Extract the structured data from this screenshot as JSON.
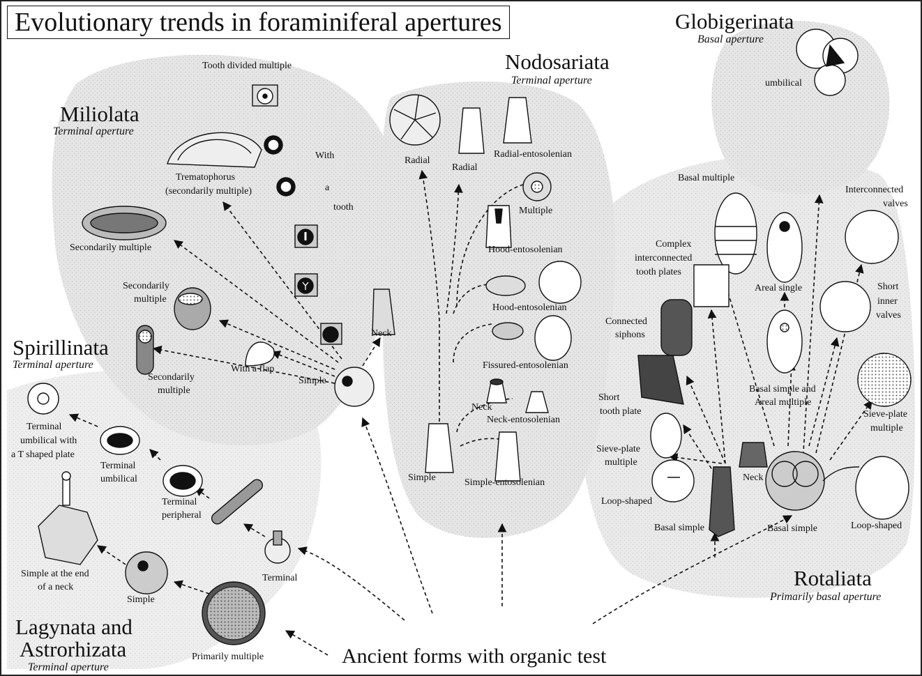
{
  "title": "Evolutionary trends in foraminiferal apertures",
  "base_label": "Ancient forms with organic test",
  "colors": {
    "shading": "#e2e2e2",
    "ink": "#111111"
  },
  "groups": {
    "miliolata": {
      "name": "Miliolata",
      "sub": "Terminal aperture",
      "labels": {
        "tooth_divided": "Tooth divided multiple",
        "trematophorus": "Trematophorus",
        "trematophorus2": "(secondarily multiple)",
        "sec_multiple_1": "Secondarily multiple",
        "sec_multiple_2a": "Secondarily",
        "sec_multiple_2b": "multiple",
        "sec_multiple_3a": "Secondarily",
        "sec_multiple_3b": "multiple",
        "with_flap": "With a flap",
        "simple": "Simple",
        "neck": "Neck",
        "with_a_tooth": [
          "With",
          "a",
          "tooth"
        ]
      }
    },
    "spirillinata": {
      "name": "Spirillinata",
      "sub": "Terminal aperture",
      "labels": {
        "t_shaped": [
          "Terminal",
          "umbilical with",
          "a T shaped plate"
        ],
        "terminal_umbilical": [
          "Terminal",
          "umbilical"
        ],
        "terminal_peripheral": [
          "Terminal",
          "peripheral"
        ],
        "terminal": "Terminal"
      }
    },
    "lagynata": {
      "name_line1": "Lagynata and",
      "name_line2": "Astrorhizata",
      "sub": "Terminal aperture",
      "labels": {
        "simple_neck": [
          "Simple at the end",
          "of a neck"
        ],
        "simple": "Simple",
        "primarily_multiple": "Primarily multiple"
      }
    },
    "nodosariata": {
      "name": "Nodosariata",
      "sub": "Terminal aperture",
      "labels": {
        "radial_1": "Radial",
        "radial_2": "Radial",
        "radial_entosolenian": "Radial-entosolenian",
        "multiple": "Multiple",
        "hood_entosolenian_1": "Hood-entosolenian",
        "hood_entosolenian_2": "Hood-entosolenian",
        "fissured": "Fissured-entosolenian",
        "neck": "Neck",
        "neck_entosolenian": "Neck-entosolenian",
        "simple": "Simple",
        "simple_entosolenian": "Simple-entosolenian"
      }
    },
    "globigerinata": {
      "name": "Globigerinata",
      "sub": "Basal aperture",
      "labels": {
        "umbilical": "umbilical"
      }
    },
    "rotaliata": {
      "name": "Rotaliata",
      "sub": "Primarily basal aperture",
      "labels": {
        "basal_multiple": "Basal multiple",
        "interconnected": [
          "Interconnected",
          "valves"
        ],
        "complex": [
          "Complex",
          "interconnected",
          "tooth plates"
        ],
        "areal_single": "Areal single",
        "short_inner": [
          "Short",
          "inner",
          "valves"
        ],
        "connected_siphons": [
          "Connected",
          "siphons"
        ],
        "basal_simple_areal": [
          "Basal simple and",
          "Areal multiple"
        ],
        "sieve_plate_right": [
          "Sieve-plate",
          "multiple"
        ],
        "short_tooth": [
          "Short",
          "tooth plate"
        ],
        "sieve_plate_left": [
          "Sieve-plate",
          "multiple"
        ],
        "neck": "Neck",
        "loop_left": "Loop-shaped",
        "basal_simple_1": "Basal simple",
        "basal_simple_2": "Basal simple",
        "loop_right": "Loop-shaped"
      }
    }
  },
  "icons": [
    "foraminifera-shell-icon",
    "chamber-test-icon",
    "aperture-icon"
  ]
}
